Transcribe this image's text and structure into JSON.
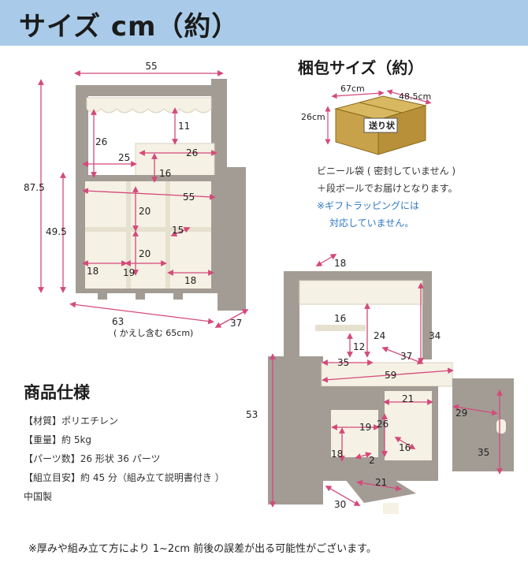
{
  "header": {
    "title": "サイズ cm（約）"
  },
  "front_view": {
    "labels": {
      "width_top": "55",
      "height_total": "87.5",
      "height_lower": "49.5",
      "awning_height": "26",
      "shelf_top_h": "11",
      "top_width": "26",
      "side_width": "25",
      "drawer_h": "16",
      "mid_width": "55",
      "cube_h_upper": "20",
      "cube_h_lower": "20",
      "cube_depth": "15",
      "cube_w_left": "18",
      "cube_w_mid": "19",
      "cube_w_right": "18",
      "base_width": "63",
      "base_width_note": "( かえし含む 65cm)",
      "depth": "37"
    }
  },
  "packing": {
    "title": "梱包サイズ（約）",
    "width": "67cm",
    "depth": "48.5cm",
    "height": "26cm",
    "box_label": "送り状",
    "note_line1": "ビニール袋 ( 密封していません )",
    "note_line2": "＋段ボールでお届けとなります。",
    "note_blue_line1": "※ギフトラッピングには",
    "note_blue_line2": "対応していません。"
  },
  "back_view": {
    "labels": {
      "top_depth": "18",
      "shelf_h": "16",
      "hood_h": "24",
      "side_h": "34",
      "small_h": "12",
      "left_w": "35",
      "right_w": "37",
      "counter_w": "59",
      "total_h": "53",
      "inner_w": "21",
      "door_w": "29",
      "oven_h": "26",
      "oven_w": "19",
      "oven_inner_h": "18",
      "oven_tray": "16",
      "knob": "2",
      "door_h": "35",
      "tray_w": "21",
      "tray_d": "30"
    }
  },
  "spec": {
    "title": "商品仕様",
    "material": "【材質】ポリエチレン",
    "weight": "【重量】約 5kg",
    "parts": "【パーツ数】26 形状 36 パーツ",
    "assembly": "【組立目安】約 45 分（組み立て説明書付き ）",
    "origin": "中国製"
  },
  "footnote": "※厚みや組み立て方により 1~2cm 前後の誤差が出る可能性がございます。",
  "colors": {
    "header": "#a9cbe9",
    "dimension": "#d44a7a",
    "panel": "#a39c95",
    "cream": "#f5f1e4",
    "box": "#c8a24a"
  }
}
